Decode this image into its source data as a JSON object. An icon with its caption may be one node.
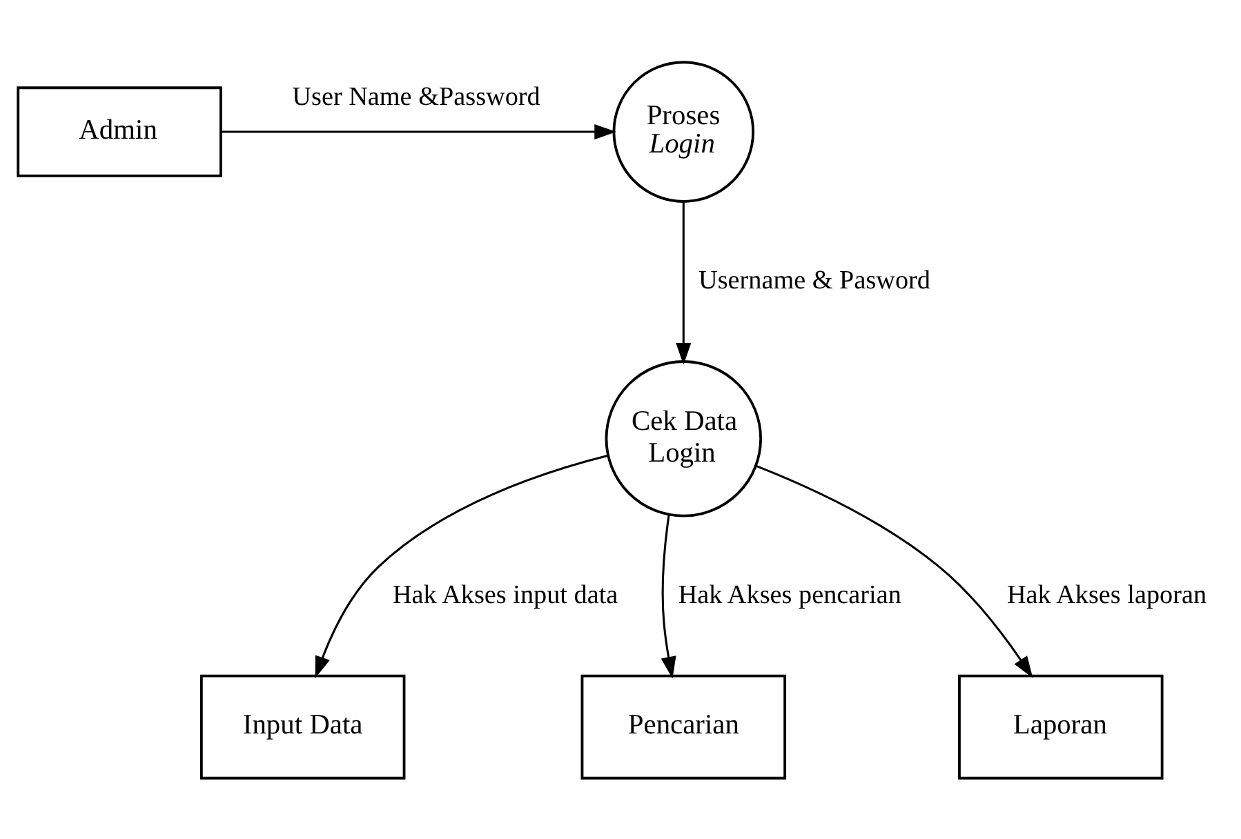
{
  "diagram": {
    "nodes": [
      {
        "text": [
          "Admin"
        ]
      },
      {
        "text": [
          "Proses *Login*"
        ]
      },
      {
        "text": [
          "Cek Data Login"
        ]
      },
      {
        "text": [
          "Input Data"
        ]
      },
      {
        "text": [
          "Pencarian"
        ]
      },
      {
        "text": [
          "Laporan"
        ]
      }
    ],
    "edges": [
      {
        "from": 0,
        "to": 1,
        "arrow": "to",
        "label": "User Name &Password"
      },
      {
        "from": 1,
        "to": 2,
        "arrow": "to",
        "label": "Username & Pasword"
      },
      {
        "from": 2,
        "to": 3,
        "arrow": "to",
        "label": "Hak Akses input data"
      },
      {
        "from": 2,
        "to": 4,
        "arrow": "to",
        "label": "Hak Akses pencarian"
      },
      {
        "from": 2,
        "to": 5,
        "arrow": "to",
        "label": "Hak Akses laporan"
      }
    ]
  }
}
